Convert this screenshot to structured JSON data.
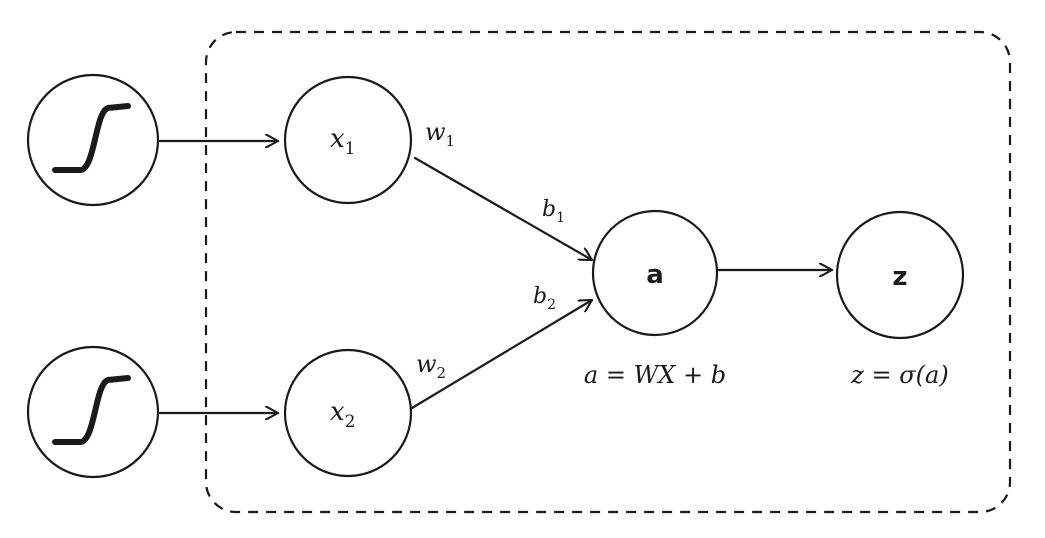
{
  "nodes": {
    "x1": {
      "var": "x",
      "sub": "1"
    },
    "x2": {
      "var": "x",
      "sub": "2"
    },
    "a": {
      "label": "a"
    },
    "z": {
      "label": "z"
    }
  },
  "edges": {
    "w1": {
      "var": "w",
      "sub": "1"
    },
    "w2": {
      "var": "w",
      "sub": "2"
    },
    "b1": {
      "var": "b",
      "sub": "1"
    },
    "b2": {
      "var": "b",
      "sub": "2"
    }
  },
  "equations": {
    "a": "a = WX + b",
    "z": "z = σ(a)"
  },
  "colors": {
    "stroke": "#1a1a1a",
    "background": "#ffffff"
  }
}
